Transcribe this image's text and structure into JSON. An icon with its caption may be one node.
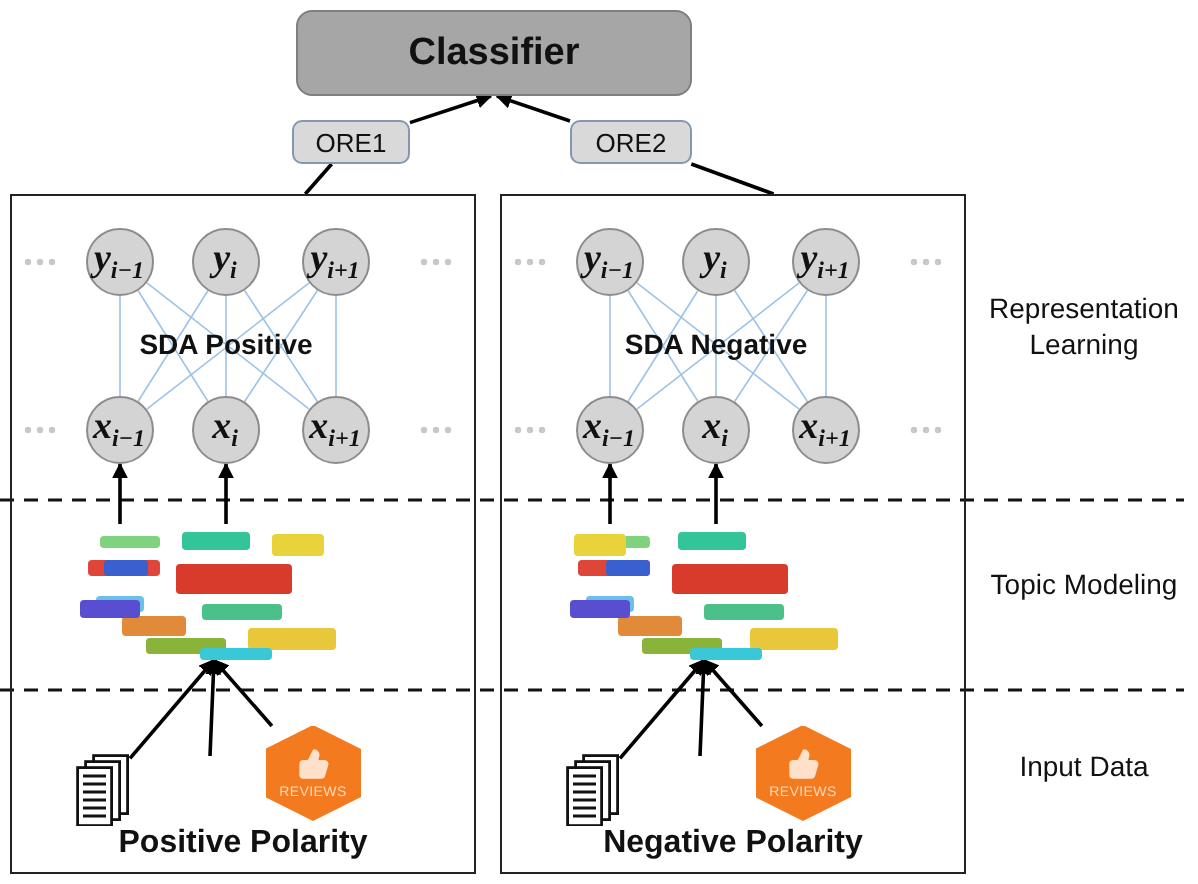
{
  "diagram": {
    "nodes": [
      {
        "text": [
          "Classifier"
        ]
      },
      {
        "text": [
          "ORE1"
        ]
      },
      {
        "text": [
          "ORE2"
        ]
      },
      {
        "text": [
          "Positive Polarity"
        ]
      },
      {
        "text": [
          "y$_{i−1}$"
        ],
        "in": 3
      },
      {
        "text": [
          "y$_{i}$"
        ],
        "in": 3
      },
      {
        "text": [
          "y$_{i+1}$"
        ],
        "in": 3
      },
      {
        "text": [
          "x$_{i−1}$"
        ],
        "in": 3
      },
      {
        "text": [
          "x$_{i}$"
        ],
        "in": 3
      },
      {
        "text": [
          "x$_{i+1}$"
        ],
        "in": 3
      },
      {
        "text": [],
        "shape": "picture",
        "in": 3
      },
      {
        "text": [],
        "shape": "document",
        "in": 3
      },
      {
        "text": [
          "REVIEWS"
        ],
        "in": 3
      },
      {
        "text": [
          "Negative Polarity"
        ]
      },
      {
        "text": [
          "y$_{i−1}$"
        ],
        "in": 13
      },
      {
        "text": [
          "y$_{i}$"
        ],
        "in": 13
      },
      {
        "text": [
          "y$_{i+1}$"
        ],
        "in": 13
      },
      {
        "text": [
          "x$_{i−1}$"
        ],
        "in": 13
      },
      {
        "text": [
          "x$_{i}$"
        ],
        "in": 13
      },
      {
        "text": [
          "x$_{i+1}$"
        ],
        "in": 13
      },
      {
        "text": [],
        "shape": "picture",
        "in": 13
      },
      {
        "text": [],
        "shape": "document",
        "in": 13
      },
      {
        "text": [
          "REVIEWS"
        ],
        "in": 13
      }
    ],
    "edges": [
      {
        "from": 3,
        "to": 1,
        "arrow": "none",
        "color": "#000000"
      },
      {
        "from": 1,
        "to": 0,
        "arrow": "to",
        "color": "#000000"
      },
      {
        "from": 13,
        "to": 2,
        "arrow": "none",
        "color": "#000000"
      },
      {
        "from": 2,
        "to": 0,
        "arrow": "to",
        "color": "#000000"
      },
      {
        "from": 7,
        "to": 4,
        "arrow": "none"
      },
      {
        "from": 7,
        "to": 5,
        "arrow": "none"
      },
      {
        "from": 7,
        "to": 6,
        "arrow": "none"
      },
      {
        "from": 8,
        "to": 4,
        "arrow": "none"
      },
      {
        "from": 8,
        "to": 5,
        "arrow": "none"
      },
      {
        "from": 8,
        "to": 6,
        "arrow": "none"
      },
      {
        "from": 9,
        "to": 4,
        "arrow": "none"
      },
      {
        "from": 9,
        "to": 5,
        "arrow": "none"
      },
      {
        "from": 9,
        "to": 6,
        "arrow": "none"
      },
      {
        "from": 10,
        "to": 7,
        "arrow": "to",
        "color": "#000000"
      },
      {
        "from": 10,
        "to": 8,
        "arrow": "to",
        "color": "#000000"
      },
      {
        "from": 11,
        "to": 10,
        "arrow": "to",
        "color": "#000000"
      },
      {
        "from": null,
        "to": 10,
        "arrow": "to",
        "color": "#000000"
      },
      {
        "from": 12,
        "to": 10,
        "arrow": "to",
        "color": "#000000"
      },
      {
        "from": 17,
        "to": 14,
        "arrow": "none"
      },
      {
        "from": 17,
        "to": 15,
        "arrow": "none"
      },
      {
        "from": 17,
        "to": 16,
        "arrow": "none"
      },
      {
        "from": 18,
        "to": 14,
        "arrow": "none"
      },
      {
        "from": 18,
        "to": 15,
        "arrow": "none"
      },
      {
        "from": 18,
        "to": 16,
        "arrow": "none"
      },
      {
        "from": 19,
        "to": 14,
        "arrow": "none"
      },
      {
        "from": 19,
        "to": 15,
        "arrow": "none"
      },
      {
        "from": 19,
        "to": 16,
        "arrow": "none"
      },
      {
        "from": 20,
        "to": 17,
        "arrow": "to",
        "color": "#000000"
      },
      {
        "from": 20,
        "to": 18,
        "arrow": "to",
        "color": "#000000"
      },
      {
        "from": 21,
        "to": 20,
        "arrow": "to",
        "color": "#000000"
      },
      {
        "from": null,
        "to": 20,
        "arrow": "to",
        "color": "#000000"
      },
      {
        "from": 22,
        "to": 20,
        "arrow": "to",
        "color": "#000000"
      }
    ],
    "labels": [
      "SDA Positive",
      "SDA Negative",
      "Representation Learning",
      "Topic Modeling",
      "Input Data"
    ]
  }
}
